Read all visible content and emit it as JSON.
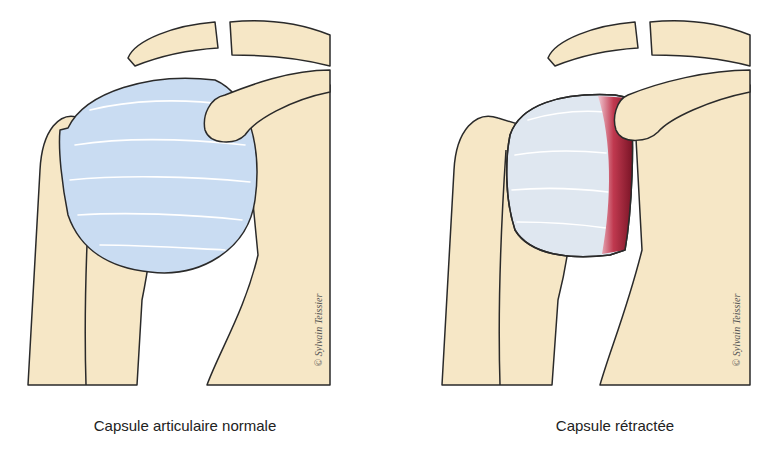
{
  "diagram": {
    "labels": [
      "Capsule articulaire normale",
      "Capsule rétractée",
      "© Sylvain Teissier",
      "© Sylvain Teissier"
    ]
  }
}
